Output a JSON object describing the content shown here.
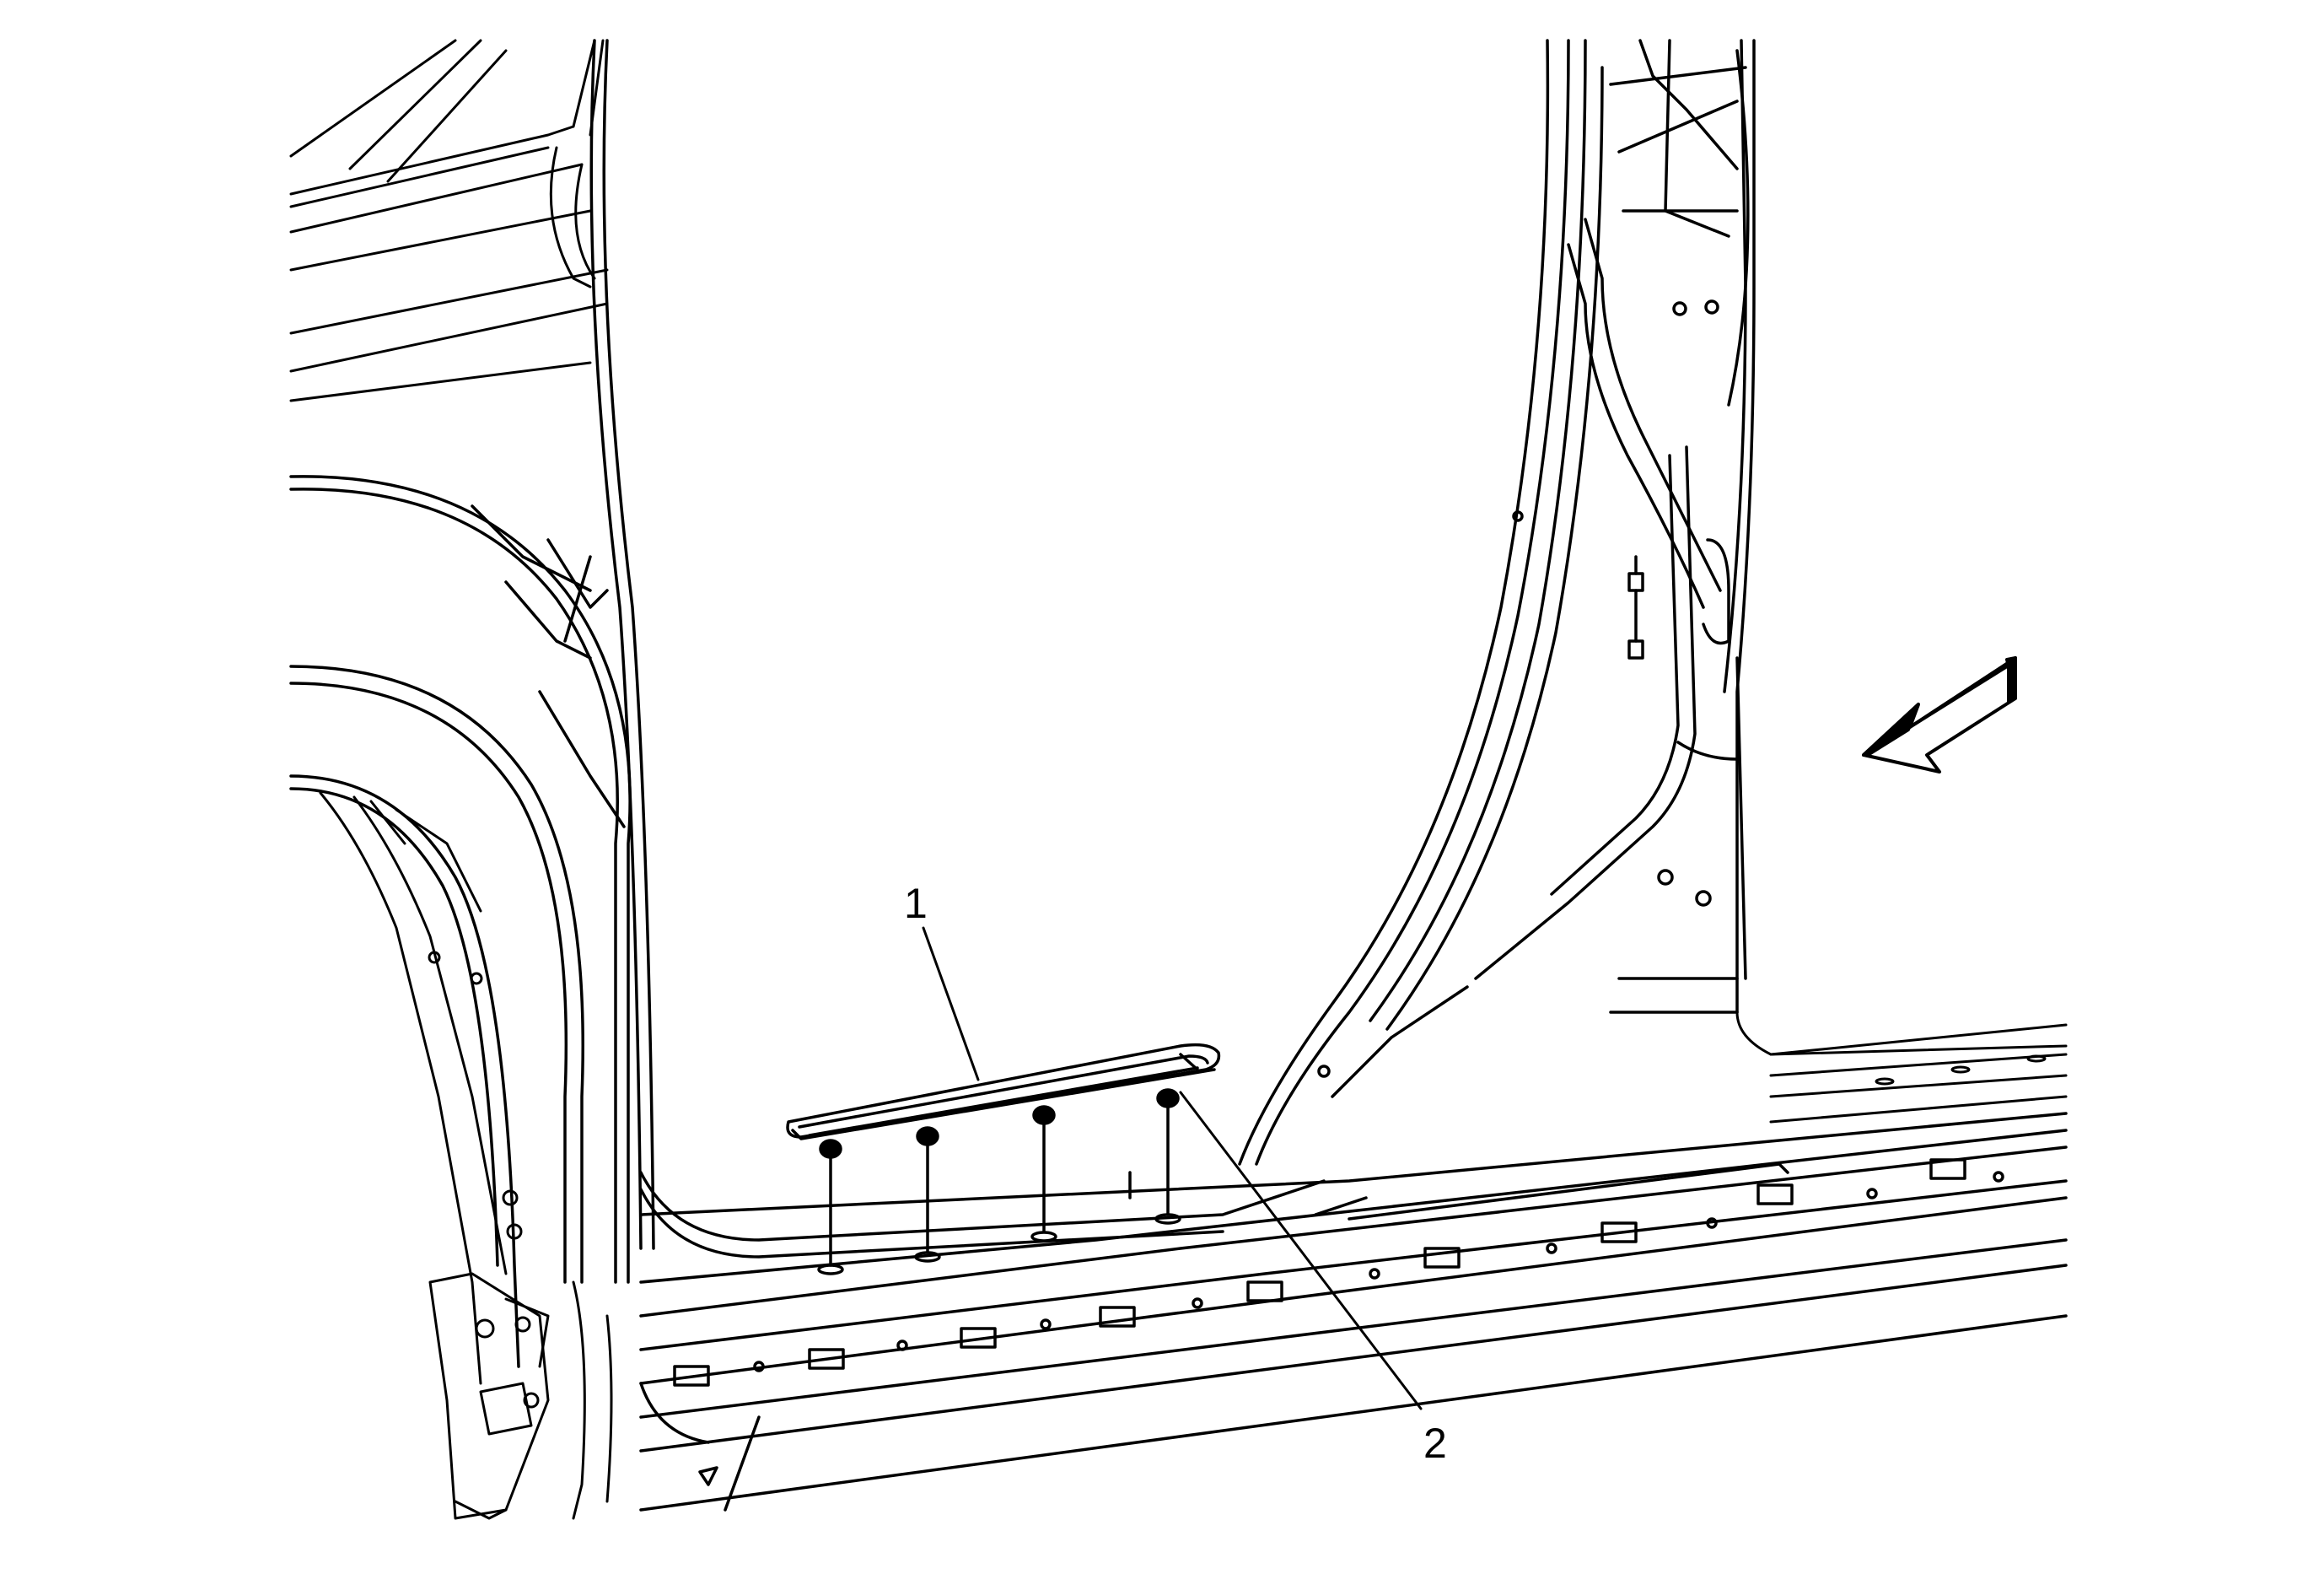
{
  "figure": {
    "callouts": [
      {
        "id": "1",
        "label": "1"
      },
      {
        "id": "2",
        "label": "2"
      }
    ],
    "direction_arrow": "front-of-vehicle-arrow",
    "colors": {
      "line": "#000000",
      "background": "#ffffff"
    }
  }
}
